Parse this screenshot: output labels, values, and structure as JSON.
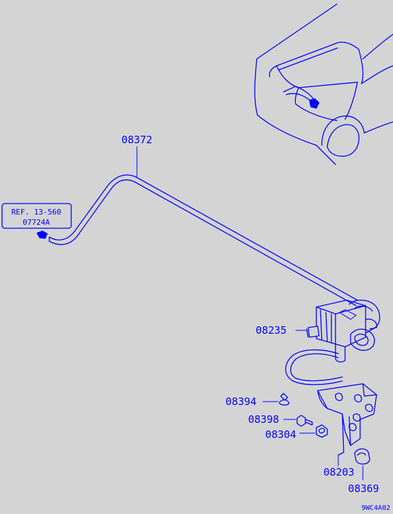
{
  "parts": [
    {
      "id": "part-08372",
      "number": "08372"
    },
    {
      "id": "part-08235",
      "number": "08235"
    },
    {
      "id": "part-08394",
      "number": "08394"
    },
    {
      "id": "part-08398",
      "number": "08398"
    },
    {
      "id": "part-08304",
      "number": "08304"
    },
    {
      "id": "part-08203",
      "number": "08203"
    },
    {
      "id": "part-08369",
      "number": "08369"
    }
  ],
  "reference": {
    "line1": "REF. 13-560",
    "line2": "07724A"
  },
  "diagram_code": "9WC4A02",
  "line_color": "#0000ff",
  "background_color": "#d4d4d4"
}
